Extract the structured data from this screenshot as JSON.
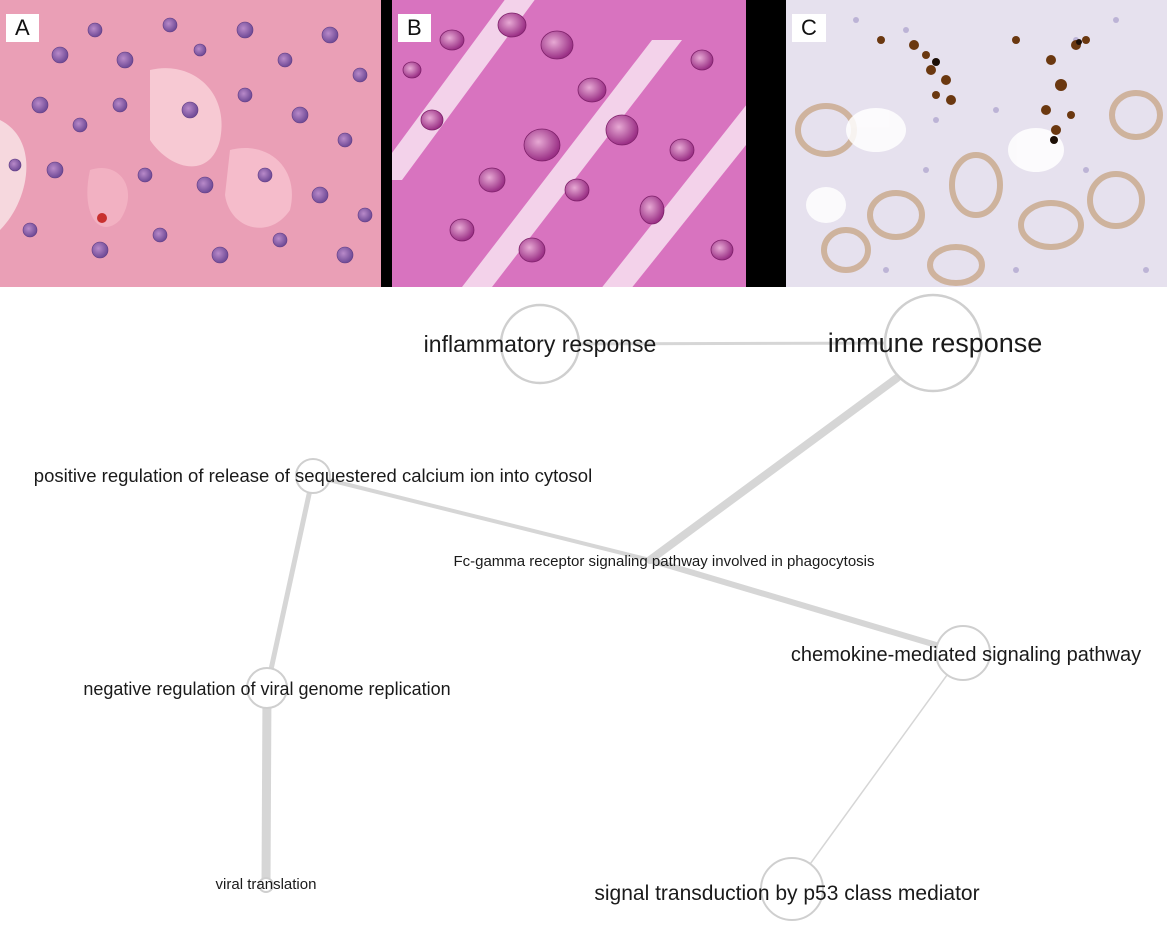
{
  "panels": [
    {
      "id": "A",
      "label": "A"
    },
    {
      "id": "B",
      "label": "B"
    },
    {
      "id": "C",
      "label": "C"
    }
  ],
  "network": {
    "nodes": [
      {
        "id": "inflammatory",
        "label": "inflammatory response"
      },
      {
        "id": "immune",
        "label": "immune response"
      },
      {
        "id": "calcium",
        "label": "positive regulation of release of sequestered calcium ion into cytosol"
      },
      {
        "id": "fcgamma",
        "label": "Fc-gamma receptor signaling pathway involved in phagocytosis"
      },
      {
        "id": "chemokine",
        "label": "chemokine-mediated signaling pathway"
      },
      {
        "id": "viralgenome",
        "label": "negative regulation of viral genome replication"
      },
      {
        "id": "viraltranslation",
        "label": "viral translation"
      },
      {
        "id": "p53",
        "label": "signal transduction by p53 class mediator"
      }
    ],
    "edges": [
      {
        "source": "inflammatory",
        "target": "immune"
      },
      {
        "source": "immune",
        "target": "fcgamma"
      },
      {
        "source": "calcium",
        "target": "fcgamma"
      },
      {
        "source": "fcgamma",
        "target": "chemokine"
      },
      {
        "source": "calcium",
        "target": "viralgenome"
      },
      {
        "source": "viralgenome",
        "target": "viraltranslation"
      },
      {
        "source": "chemokine",
        "target": "p53"
      }
    ]
  },
  "colors": {
    "edge": "#d6d6d6",
    "node_stroke": "#cfcfcf",
    "node_fill": "#ffffff",
    "he_background": "#e9a1b8",
    "ihc_background": "#e7e2ef"
  }
}
